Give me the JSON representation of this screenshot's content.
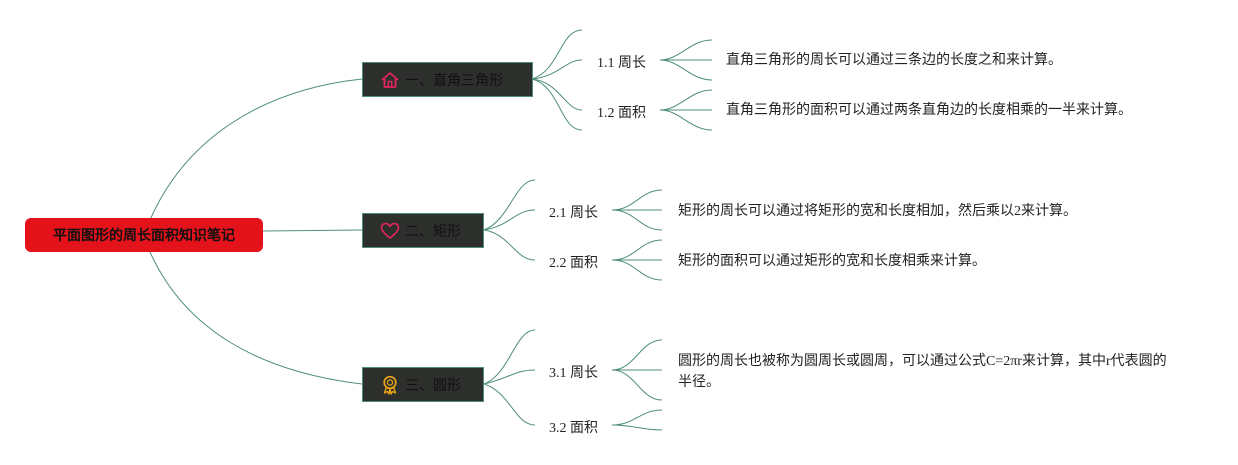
{
  "root": {
    "title": "平面图形的周长面积知识笔记"
  },
  "branches": [
    {
      "title": "一、直角三角形",
      "icon": "home-icon",
      "icon_color": "#e0245e",
      "subs": [
        {
          "label": "1.1 周长",
          "text": "直角三角形的周长可以通过三条边的长度之和来计算。"
        },
        {
          "label": "1.2 面积",
          "text": "直角三角形的面积可以通过两条直角边的长度相乘的一半来计算。"
        }
      ]
    },
    {
      "title": "二、矩形",
      "icon": "heart-icon",
      "icon_color": "#e0245e",
      "subs": [
        {
          "label": "2.1 周长",
          "text": "矩形的周长可以通过将矩形的宽和长度相加，然后乘以2来计算。"
        },
        {
          "label": "2.2 面积",
          "text": "矩形的面积可以通过矩形的宽和长度相乘来计算。"
        }
      ]
    },
    {
      "title": "三、圆形",
      "icon": "award-ribbon-icon",
      "icon_color": "#e8a317",
      "subs": [
        {
          "label": "3.1 周长",
          "text": "圆形的周长也被称为圆周长或圆周，可以通过公式C=2πr来计算，其中r代表圆的半径。"
        },
        {
          "label": "3.2 面积",
          "text": ""
        }
      ]
    }
  ],
  "colors": {
    "root_bg": "#e3121b",
    "branch_bg": "#2d2f2c",
    "connector": "#4f8f7a"
  }
}
